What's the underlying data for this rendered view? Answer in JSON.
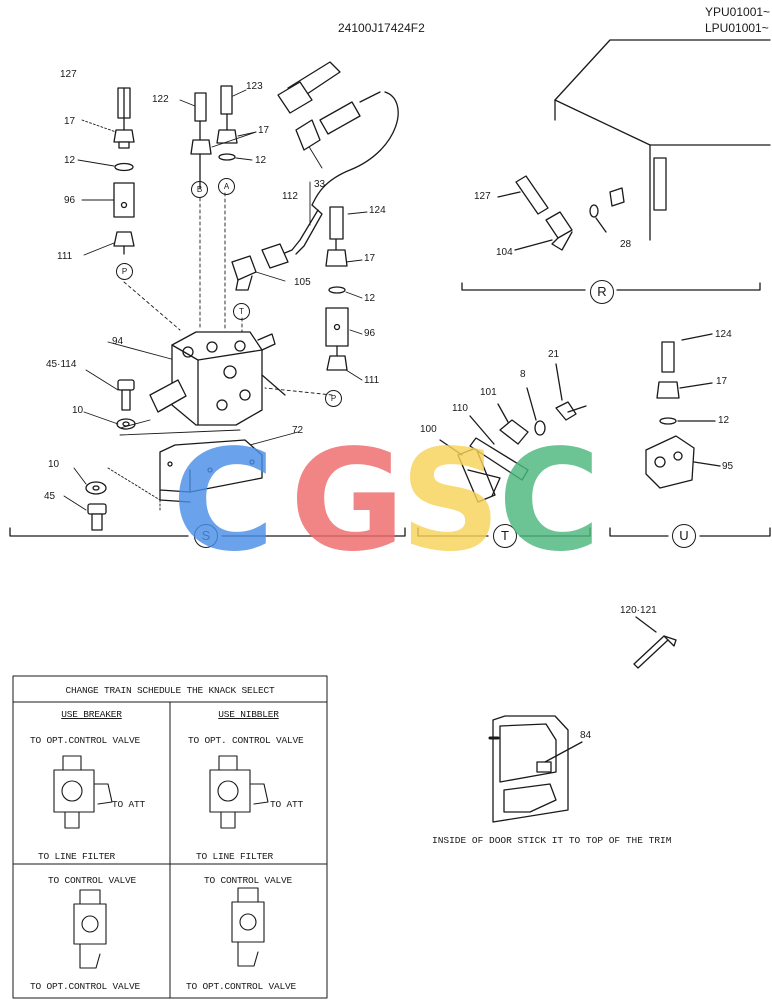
{
  "header": {
    "drawing_number": "24100J17424F2",
    "serial_1": "YPU01001~",
    "serial_2": "LPU01001~"
  },
  "callouts": {
    "c127a": "127",
    "c122": "122",
    "c123": "123",
    "c17a": "17",
    "c17b": "17",
    "c12a": "12",
    "c12b": "12",
    "c96a": "96",
    "c33": "33",
    "c112": "112",
    "c124a": "124",
    "c111a": "111",
    "c105": "105",
    "c17c": "17",
    "c12c": "12",
    "c96b": "96",
    "c94": "94",
    "c45_114": "45·114",
    "c111b": "111",
    "c10a": "10",
    "c72": "72",
    "c10b": "10",
    "c45": "45",
    "c127b": "127",
    "c104": "104",
    "c28": "28",
    "c21": "21",
    "c101": "101",
    "c8": "8",
    "c110": "110",
    "c100": "100",
    "c124b": "124",
    "c17d": "17",
    "c12d": "12",
    "c95": "95",
    "c120_121": "120·121",
    "c84": "84"
  },
  "port_labels": {
    "B": "B",
    "A": "A",
    "P": "P",
    "T": "T",
    "P2": "P"
  },
  "section_labels": {
    "S": "S",
    "T": "T",
    "U": "U",
    "R": "R"
  },
  "schedule_table": {
    "title": "CHANGE TRAIN SCHEDULE THE KNACK SELECT",
    "col_breaker": "USE BREAKER",
    "col_nibbler": "USE NIBBLER",
    "to_opt_control_valve_1": "TO OPT.CONTROL VALVE",
    "to_opt_control_valve_2": "TO OPT. CONTROL VALVE",
    "to_att_1": "TO ATT",
    "to_att_2": "TO ATT",
    "to_line_filter_1": "TO LINE FILTER",
    "to_line_filter_2": "TO LINE FILTER",
    "to_control_valve_1": "TO CONTROL VALVE",
    "to_control_valve_2": "TO CONTROL VALVE",
    "to_opt_control_valve_3": "TO OPT.CONTROL VALVE",
    "to_opt_control_valve_4": "TO OPT.CONTROL VALVE"
  },
  "door_note": "INSIDE OF DOOR STICK IT TO TOP OF THE TRIM",
  "watermark": {
    "letters": [
      "C",
      "G",
      "S",
      "C"
    ],
    "colors": [
      "#4a8fe7",
      "#ee6b6b",
      "#f7d25a",
      "#4cb87e"
    ]
  }
}
